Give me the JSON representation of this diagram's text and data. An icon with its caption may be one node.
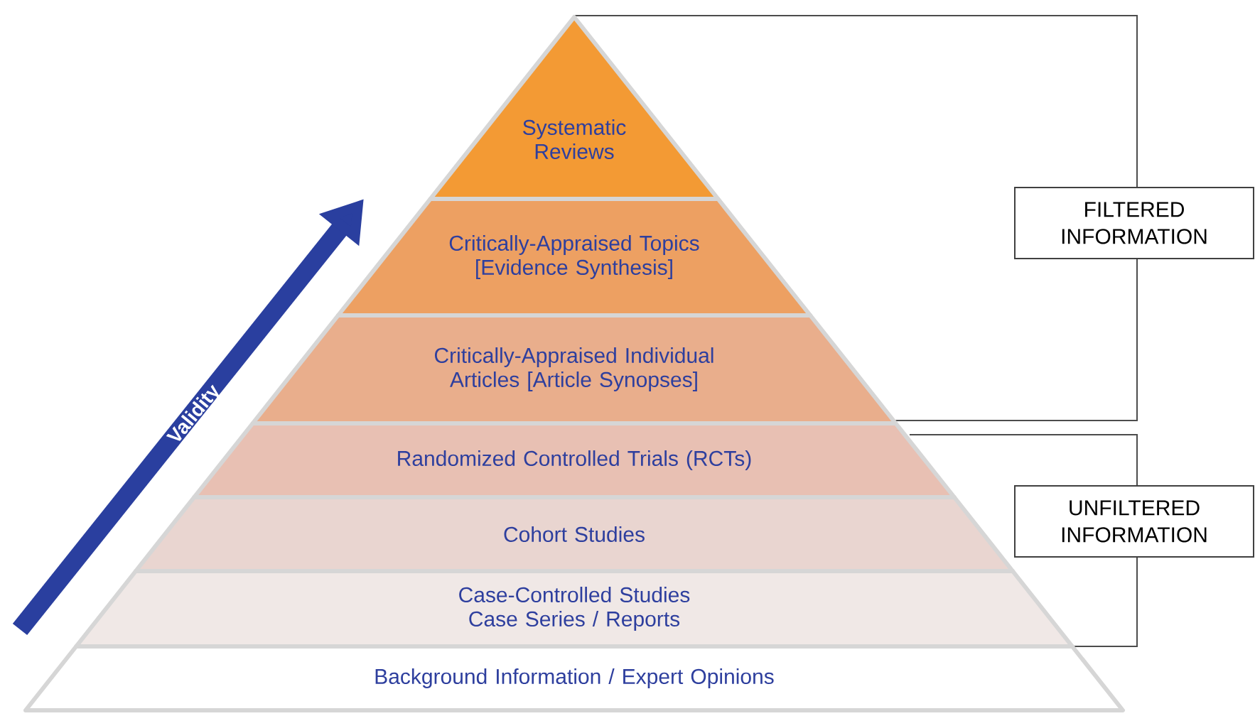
{
  "diagram": {
    "nodes": [
      {
        "text": [
          "Systematic Reviews"
        ]
      },
      {
        "text": [
          "Critically-Appraised Topics [Evidence Synthesis]"
        ]
      },
      {
        "text": [
          "Critically-Appraised Individual Articles [Article Synopses]"
        ]
      },
      {
        "text": [
          "Randomized Controlled Trials (RCTs)"
        ]
      },
      {
        "text": [
          "Cohort Studies"
        ]
      },
      {
        "text": [
          "Case-Controlled Studies Case Series / Reports"
        ]
      },
      {
        "text": [
          "Background Information / Expert Opinions"
        ]
      },
      {
        "text": [
          "FILTERED INFORMATION"
        ]
      },
      {
        "text": [
          "UNFILTERED INFORMATION"
        ]
      }
    ],
    "labels": [
      "Validity"
    ]
  }
}
